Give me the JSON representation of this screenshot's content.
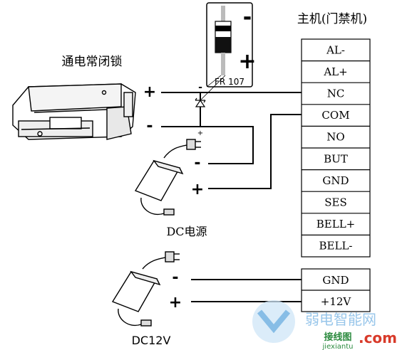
{
  "host": {
    "title": "主机(门禁机)",
    "terminals": [
      "AL-",
      "AL+",
      "NC",
      "COM",
      "NO",
      "BUT",
      "GND",
      "SES",
      "BELL+",
      "BELL-"
    ]
  },
  "lock": {
    "title": "通电常闭锁",
    "plus": "+",
    "minus": "-"
  },
  "diode": {
    "label": "FR 107",
    "minus": "-",
    "plus": "+",
    "inline_minus": "-",
    "inline_plus": "+"
  },
  "dc_supply": {
    "label": "DC电源",
    "minus": "-",
    "plus": "+"
  },
  "dc12v_supply": {
    "label": "DC12V",
    "minus": "-",
    "plus": "+",
    "terminals": [
      "GND",
      "+12V"
    ]
  },
  "watermark": {
    "line1": "弱电智能网",
    "line2": ".com",
    "line3": "接线图",
    "line4": "jiexiantu"
  },
  "colors": {
    "line": "#000000",
    "watermark_blue": "#5fa8de",
    "watermark_red": "#d83a2a",
    "watermark_green": "#2b8a3e"
  }
}
